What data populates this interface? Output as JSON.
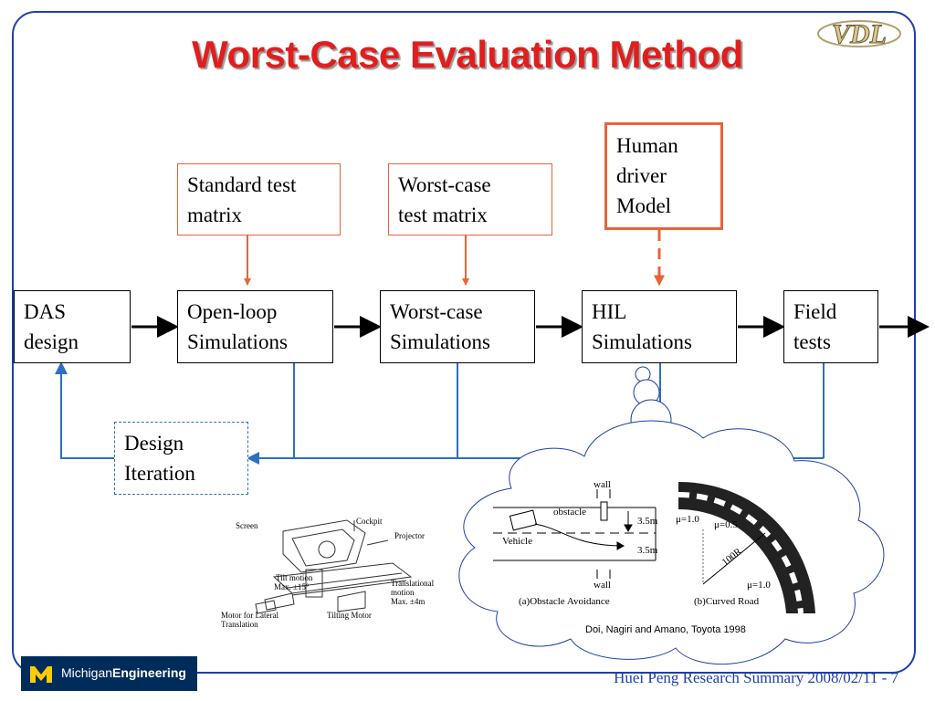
{
  "slide": {
    "title": "Worst-Case Evaluation Method",
    "logo_text": "VDL"
  },
  "boxes": {
    "das": "DAS\ndesign",
    "open_loop": "Open-loop\nSimulations",
    "worst_case": "Worst-case\nSimulations",
    "hil": "HIL\nSimulations",
    "field": "Field\ntests",
    "standard_matrix": "Standard test\nmatrix",
    "worst_matrix": "Worst-case\ntest matrix",
    "human_driver": "Human\ndriver\nModel",
    "design_iteration": "Design\nIteration"
  },
  "illustration": {
    "screen": "Screen",
    "cockpit": "Cockpit",
    "projector": "Projector",
    "tilt_motion": "Tilt motion",
    "tilt_max": "Max. ±15°",
    "translational": "Translational",
    "motion": "motion",
    "trans_max": "Max. ±4m",
    "motor_lateral": "Motor for Lateral",
    "translation": "Translation",
    "tilting_motor": "Tilting Motor"
  },
  "cloud_figure": {
    "wall_top": "wall",
    "obstacle": "obstacle",
    "vehicle": "Vehicle",
    "lane_top": "3.5m",
    "lane_bottom": "3.5m",
    "wall_bottom": "wall",
    "caption_a": "(a)Obstacle Avoidance",
    "mu_1": "μ=1.0",
    "mu_2": "μ=0.5",
    "radius": "100R",
    "mu_3": "μ=1.0",
    "caption_b": "(b)Curved Road"
  },
  "citation": "Doi, Nagiri and Amano, Toyota 1998",
  "footer": {
    "org_light": "Michigan",
    "org_bold": "Engineering",
    "text": "Huei Peng Research Summary 2008/02/11 - 7"
  },
  "colors": {
    "title_red": "#e01e1e",
    "frame_blue": "#1f3fa8",
    "orange": "#e8633a",
    "feedback_blue": "#2e6fbf",
    "footer_navy": "#002c5c"
  }
}
